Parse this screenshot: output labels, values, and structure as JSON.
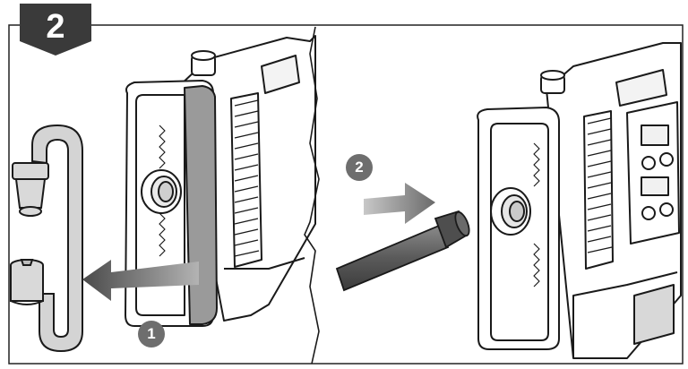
{
  "step": {
    "number": "2"
  },
  "callouts": [
    {
      "label": "1"
    },
    {
      "label": "2"
    }
  ],
  "colors": {
    "badge": "#3a3a3a",
    "arrow": "#8c8c8c",
    "hose": "#d4d4d4",
    "rod": "#5f5f5f",
    "outline": "#1a1a1a",
    "callout": "#6e6e6e"
  },
  "icons": [
    "step-badge-icon",
    "hose-icon",
    "removal-arrow-icon",
    "insert-arrow-icon",
    "extension-tube-icon",
    "device-icon"
  ]
}
